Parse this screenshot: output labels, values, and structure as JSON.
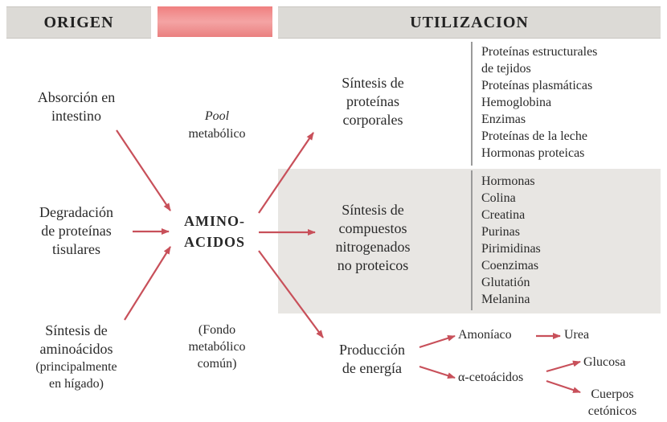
{
  "headers": {
    "origen": "ORIGEN",
    "utilizacion": "UTILIZACION"
  },
  "origin": [
    [
      "Absorción en",
      "intestino"
    ],
    [
      "Degradación",
      "de proteínas",
      "tisulares"
    ],
    [
      "Síntesis de",
      "aminoácidos",
      "(principalmente",
      "en hígado)"
    ]
  ],
  "center": {
    "pool_label_italic": "Pool",
    "pool_label_rest": "metabólico",
    "core": [
      "AMINO-",
      "ACIDOS"
    ],
    "fondo": [
      "(Fondo",
      "metabólico",
      "común)"
    ]
  },
  "uses": {
    "proteinas": [
      "Síntesis de",
      "proteínas",
      "corporales"
    ],
    "compuestos": [
      "Síntesis de",
      "compuestos",
      "nitrogenados",
      "no proteicos"
    ],
    "energia": [
      "Producción",
      "de energía"
    ]
  },
  "list_proteinas": [
    "Proteínas estructurales",
    "de tejidos",
    "Proteínas plasmáticas",
    "Hemoglobina",
    "Enzimas",
    "Proteínas de la leche",
    "Hormonas proteicas"
  ],
  "list_compuestos": [
    "Hormonas",
    "Colina",
    "Creatina",
    "Purinas",
    "Pirimidinas",
    "Coenzimas",
    "Glutatión",
    "Melanina"
  ],
  "energy_products": {
    "amoniaco": "Amoníaco",
    "urea": "Urea",
    "cetoacidos": "α-cetoácidos",
    "glucosa": "Glucosa",
    "cuerpos": [
      "Cuerpos",
      "cetónicos"
    ]
  },
  "colors": {
    "arrow": "#c8505a",
    "header_bg": "#dcdad6",
    "panel_bg": "#e8e6e3",
    "pink": "#f08080"
  }
}
